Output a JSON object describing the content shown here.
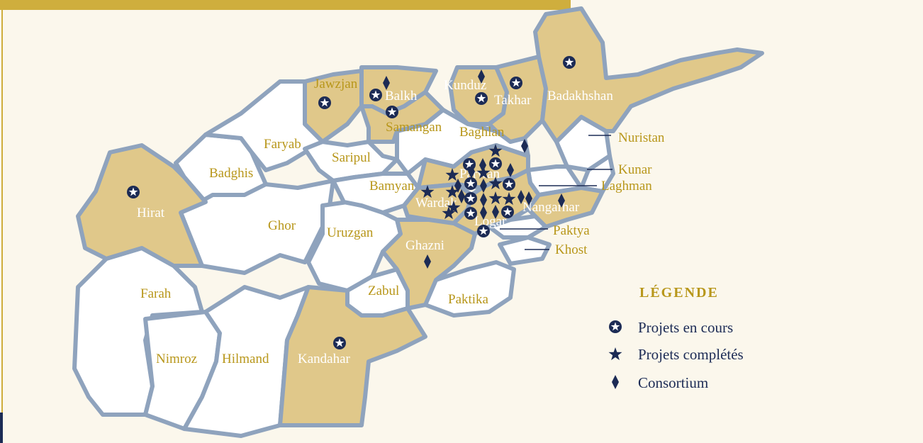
{
  "colors": {
    "background": "#fbf7ec",
    "project_region": "#e0c88a",
    "other_region": "#ffffff",
    "border": "#8fa3bd",
    "label_gold": "#b8971b",
    "marker_navy": "#1c2b55",
    "header_band": "#cfae3d"
  },
  "provinces": [
    {
      "key": "jawzjan",
      "name": "Jawzjan",
      "has_projects": true
    },
    {
      "key": "balkh",
      "name": "Balkh",
      "has_projects": true
    },
    {
      "key": "kunduz",
      "name": "Kunduz",
      "has_projects": true
    },
    {
      "key": "takhar",
      "name": "Takhar",
      "has_projects": true
    },
    {
      "key": "badakhshan",
      "name": "Badakhshan",
      "has_projects": true
    },
    {
      "key": "samangan",
      "name": "Samangan",
      "has_projects": true
    },
    {
      "key": "faryab",
      "name": "Faryab",
      "has_projects": false
    },
    {
      "key": "saripul",
      "name": "Saripul",
      "has_projects": false
    },
    {
      "key": "baghlan",
      "name": "Baghlan",
      "has_projects": false
    },
    {
      "key": "nuristan",
      "name": "Nuristan",
      "has_projects": false
    },
    {
      "key": "badghis",
      "name": "Badghis",
      "has_projects": false
    },
    {
      "key": "kunar",
      "name": "Kunar",
      "has_projects": false
    },
    {
      "key": "parwan",
      "name": "Parwan",
      "has_projects": true
    },
    {
      "key": "bamyan",
      "name": "Bamyan",
      "has_projects": false
    },
    {
      "key": "laghman",
      "name": "Laghman",
      "has_projects": false
    },
    {
      "key": "hirat",
      "name": "Hirat",
      "has_projects": true
    },
    {
      "key": "wardak",
      "name": "Wardak",
      "has_projects": true
    },
    {
      "key": "nangarhar",
      "name": "Nangarhar",
      "has_projects": true
    },
    {
      "key": "logar",
      "name": "Logar",
      "has_projects": true
    },
    {
      "key": "ghor",
      "name": "Ghor",
      "has_projects": false
    },
    {
      "key": "uruzgan",
      "name": "Uruzgan",
      "has_projects": false
    },
    {
      "key": "paktya",
      "name": "Paktya",
      "has_projects": false
    },
    {
      "key": "ghazni",
      "name": "Ghazni",
      "has_projects": true
    },
    {
      "key": "khost",
      "name": "Khost",
      "has_projects": false
    },
    {
      "key": "farah",
      "name": "Farah",
      "has_projects": false
    },
    {
      "key": "zabul",
      "name": "Zabul",
      "has_projects": false
    },
    {
      "key": "paktika",
      "name": "Paktika",
      "has_projects": false
    },
    {
      "key": "nimroz",
      "name": "Nimroz",
      "has_projects": false
    },
    {
      "key": "hilmand",
      "name": "Hilmand",
      "has_projects": false
    },
    {
      "key": "kandahar",
      "name": "Kandahar",
      "has_projects": true
    }
  ],
  "markers": {
    "ongoing": {
      "count": 17,
      "icon": "circled-star-icon"
    },
    "completed": {
      "count": 10,
      "icon": "star-icon"
    },
    "consortium": {
      "count": 16,
      "icon": "diamond-icon"
    }
  },
  "legend": {
    "title": "LÉGENDE",
    "items": [
      {
        "icon": "circled-star-icon",
        "label": "Projets en cours"
      },
      {
        "icon": "star-icon",
        "label": "Projets complétés"
      },
      {
        "icon": "diamond-icon",
        "label": "Consortium"
      }
    ]
  }
}
